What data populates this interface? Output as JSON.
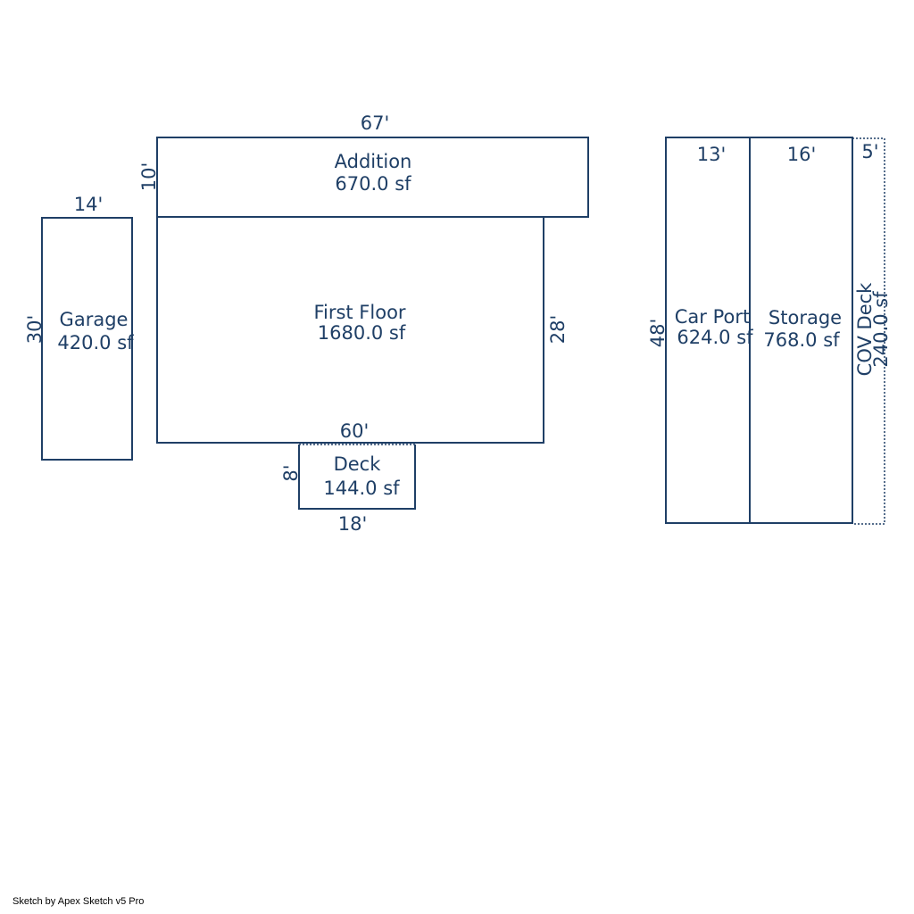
{
  "footer": "Sketch by Apex Sketch v5 Pro",
  "areas": {
    "addition": {
      "name": "Addition",
      "area": "670.0 sf",
      "dim_top": "67'",
      "dim_left": "10'"
    },
    "first_floor": {
      "name": "First Floor",
      "area": "1680.0 sf",
      "dim_bottom": "60'",
      "dim_right": "28'"
    },
    "garage": {
      "name": "Garage",
      "area": "420.0 sf",
      "dim_top": "14'",
      "dim_left": "30'"
    },
    "deck": {
      "name": "Deck",
      "area": "144.0 sf",
      "dim_left": "8'",
      "dim_bottom": "18'"
    },
    "car_port": {
      "name": "Car Port",
      "area": "624.0 sf",
      "dim_top": "13'",
      "dim_left": "48'"
    },
    "storage": {
      "name": "Storage",
      "area": "768.0 sf",
      "dim_top": "16'"
    },
    "cov_deck": {
      "name": "COV Deck",
      "area": "240.0 sf",
      "dim_top": "5'"
    }
  }
}
